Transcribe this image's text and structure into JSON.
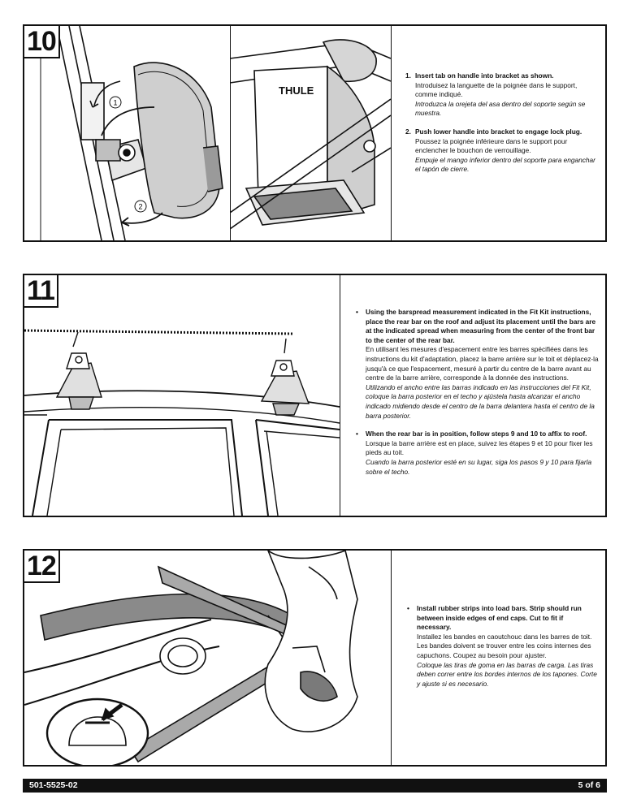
{
  "steps": [
    {
      "number": "10",
      "marker_style": "numbered",
      "items": [
        {
          "marker": "1.",
          "en": "Insert tab on handle into bracket as shown.",
          "fr": "Introduisez la languette de la poignée dans le support, comme indiqué.",
          "es": "Introduzca la orejeta del asa dentro del soporte según se muestra."
        },
        {
          "marker": "2.",
          "en": "Push lower handle into bracket to engage lock plug.",
          "fr": "Poussez la poignée inférieure dans le support pour enclencher le bouchon de verrouillage.",
          "es": "Empuje el mango inferior dentro del soporte para enganchar el tapón de cierre."
        }
      ],
      "callouts": [
        "1",
        "2"
      ],
      "brand": "THULE"
    },
    {
      "number": "11",
      "marker_style": "bullet",
      "items": [
        {
          "marker": "•",
          "en": "Using the barspread measurement indicated in the Fit Kit instructions, place the rear bar on the roof and adjust its placement until the bars are at the indicated spread when measuring from the center of the front bar to the center of the rear bar.",
          "fr": "En utilisant les mesures d'espacement entre les barres spécifiées dans les instructions du kit d'adaptation, placez la barre arrière sur le toit et déplacez-la jusqu'à ce que l'espacement, mesuré à partir du centre de la barre avant au centre de la barre arrière, corresponde à la donnée des instructions.",
          "es": "Utilizando el ancho entre las barras indicado en las instrucciones del Fit Kit, coloque la barra posterior en el techo y ajústela hasta alcanzar el ancho indicado midiendo desde el centro de la barra delantera hasta el centro de la barra posterior."
        },
        {
          "marker": "•",
          "en": "When the rear bar is in position, follow steps 9 and 10 to affix to roof.",
          "fr": "Lorsque la barre arrière est en place, suivez les étapes 9 et 10 pour fixer les pieds au toit.",
          "es": "Cuando la barra posterior esté en su lugar, siga los pasos 9 y 10 para fijarla sobre el techo."
        }
      ]
    },
    {
      "number": "12",
      "marker_style": "bullet",
      "items": [
        {
          "marker": "•",
          "en": "Install rubber strips into load bars. Strip should run between inside edges of end caps. Cut to fit if necessary.",
          "fr": "Installez les bandes en caoutchouc dans les barres de toit. Les bandes doivent se trouver entre les coins internes des capuchons. Coupez au besoin pour ajuster.",
          "es": "Coloque las tiras de goma en las barras de carga. Las tiras deben correr entre los bordes internos de los tapones. Corte y ajuste si es necesario."
        }
      ]
    }
  ],
  "footer": {
    "doc_number": "501-5525-02",
    "page": "5 of 6"
  },
  "colors": {
    "ink": "#111111",
    "background": "#ffffff",
    "footer_bar": "#111111"
  }
}
